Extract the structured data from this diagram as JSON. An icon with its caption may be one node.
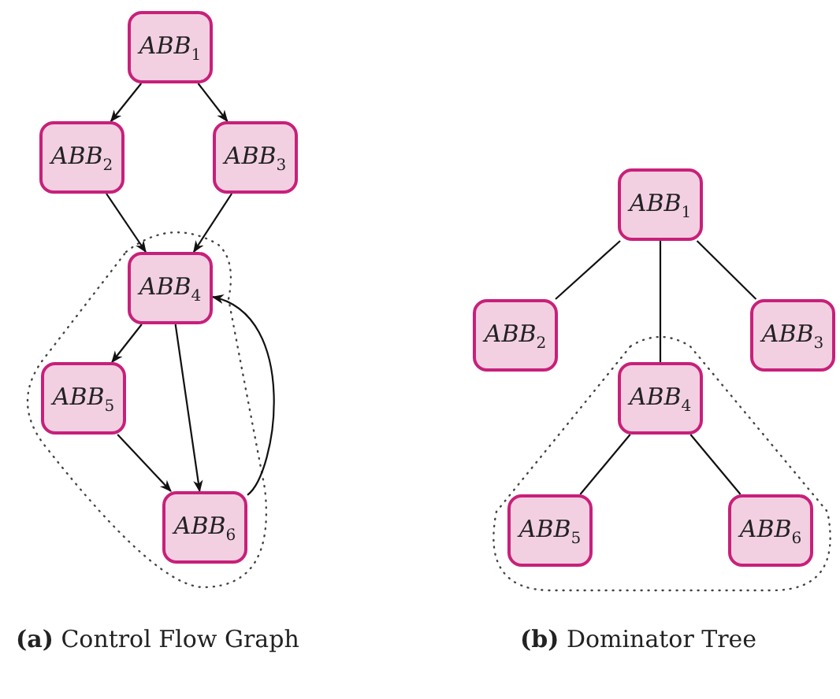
{
  "diagram": {
    "nodes": [
      {
        "text": [
          "ABB$_{1}$"
        ]
      },
      {
        "text": [
          "ABB$_{2}$"
        ]
      },
      {
        "text": [
          "ABB$_{3}$"
        ]
      },
      {
        "text": [
          "ABB$_{4}$"
        ]
      },
      {
        "text": [
          "ABB$_{5}$"
        ]
      },
      {
        "text": [
          "ABB$_{6}$"
        ]
      },
      {
        "text": [
          "ABB$_{1}$"
        ]
      },
      {
        "text": [
          "ABB$_{2}$"
        ]
      },
      {
        "text": [
          "ABB$_{3}$"
        ]
      },
      {
        "text": [
          "ABB$_{4}$"
        ]
      },
      {
        "text": [
          "ABB$_{5}$"
        ]
      },
      {
        "text": [
          "ABB$_{6}$"
        ]
      }
    ],
    "edges": [
      {
        "from": 0,
        "to": 1,
        "arrow": "to"
      },
      {
        "from": 0,
        "to": 2,
        "arrow": "to"
      },
      {
        "from": 1,
        "to": 3,
        "arrow": "to"
      },
      {
        "from": 2,
        "to": 3,
        "arrow": "to"
      },
      {
        "from": 3,
        "to": 4,
        "arrow": "to"
      },
      {
        "from": 3,
        "to": 5,
        "arrow": "to"
      },
      {
        "from": 4,
        "to": 5,
        "arrow": "to"
      },
      {
        "from": 5,
        "to": 3,
        "arrow": "to"
      },
      {
        "from": 6,
        "to": 7,
        "arrow": "none"
      },
      {
        "from": 6,
        "to": 8,
        "arrow": "none"
      },
      {
        "from": 6,
        "to": 9,
        "arrow": "none"
      },
      {
        "from": 9,
        "to": 10,
        "arrow": "none"
      },
      {
        "from": 9,
        "to": 11,
        "arrow": "none"
      }
    ],
    "labels": [
      "**(a)** Control Flow Graph",
      "**(b)** Dominator Tree"
    ]
  }
}
